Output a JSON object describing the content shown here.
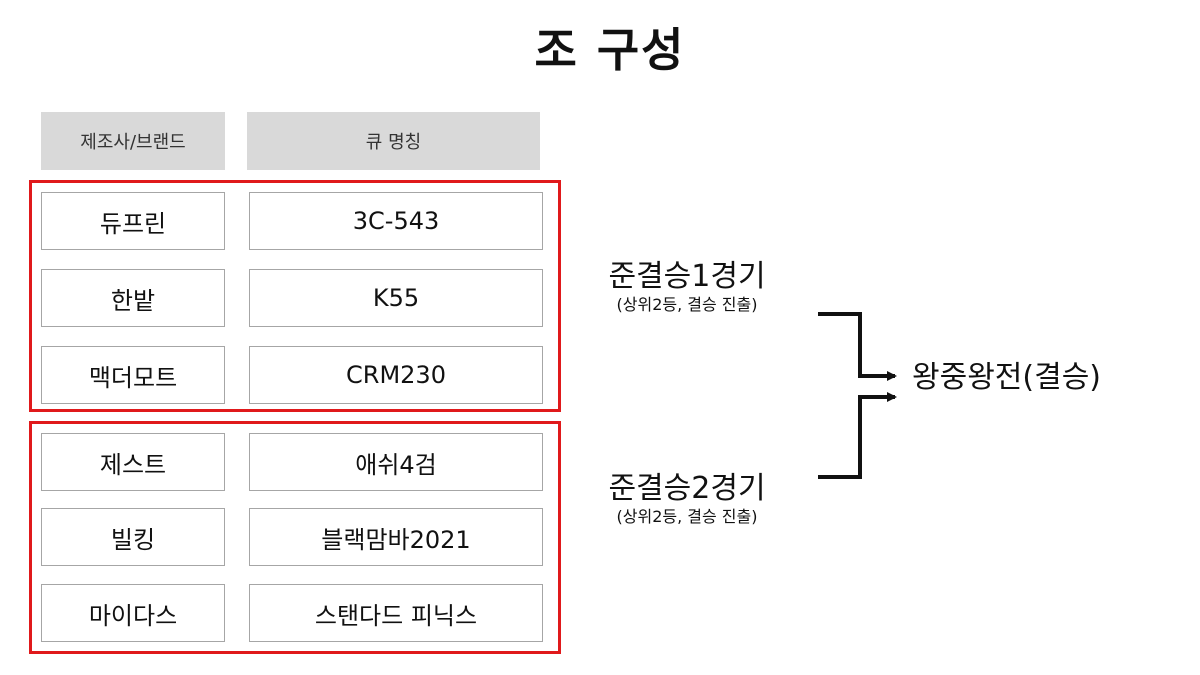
{
  "title": "조 구성",
  "headers": {
    "brand": "제조사/브랜드",
    "cue": "큐 명칭"
  },
  "groups": [
    {
      "rows": [
        {
          "brand": "듀프린",
          "cue": "3C-543"
        },
        {
          "brand": "한밭",
          "cue": "K55"
        },
        {
          "brand": "맥더모트",
          "cue": "CRM230"
        }
      ]
    },
    {
      "rows": [
        {
          "brand": "제스트",
          "cue": "애쉬4검"
        },
        {
          "brand": "빌킹",
          "cue": "블랙맘바2021"
        },
        {
          "brand": "마이다스",
          "cue": "스탠다드 피닉스"
        }
      ]
    }
  ],
  "semifinals": [
    {
      "title": "준결승1경기",
      "subtitle": "(상위2등, 결승 진출)"
    },
    {
      "title": "준결승2경기",
      "subtitle": "(상위2등, 결승 진출)"
    }
  ],
  "final": "왕중왕전(결승)",
  "colors": {
    "group_border": "#e0191b",
    "header_bg": "#d9d9d9"
  }
}
